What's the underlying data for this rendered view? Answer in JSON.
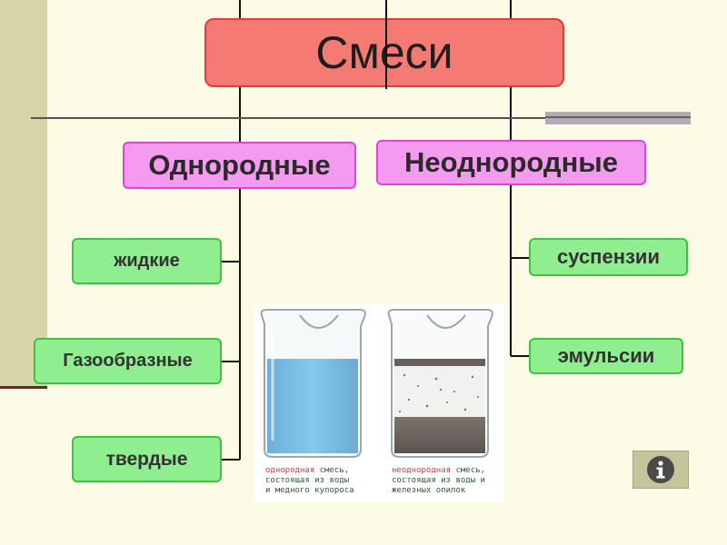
{
  "title": "Смеси",
  "categories": {
    "homogeneous": {
      "label": "Однородные",
      "items": [
        "жидкие",
        "Газообразные",
        "твердые"
      ]
    },
    "heterogeneous": {
      "label": "Неоднородные",
      "items": [
        "суспензии",
        "эмульсии"
      ]
    }
  },
  "photo": {
    "left_caption": {
      "highlight": "однородная",
      "line1_rest": " смесь,",
      "line2": "состоящая из воды",
      "line3": "и медного купороса"
    },
    "right_caption": {
      "highlight": "неоднородная",
      "line1_rest": " смесь,",
      "line2": "состоящая из воды и",
      "line3": "железных опилок"
    }
  },
  "info_button": {
    "icon": "info-icon"
  },
  "colors": {
    "title_fill": "#f47a73",
    "category_fill": "#f49bf0",
    "subtype_fill": "#8fee8f",
    "background": "#fcfbe6",
    "liquid_blue": "#3aa6e0"
  }
}
